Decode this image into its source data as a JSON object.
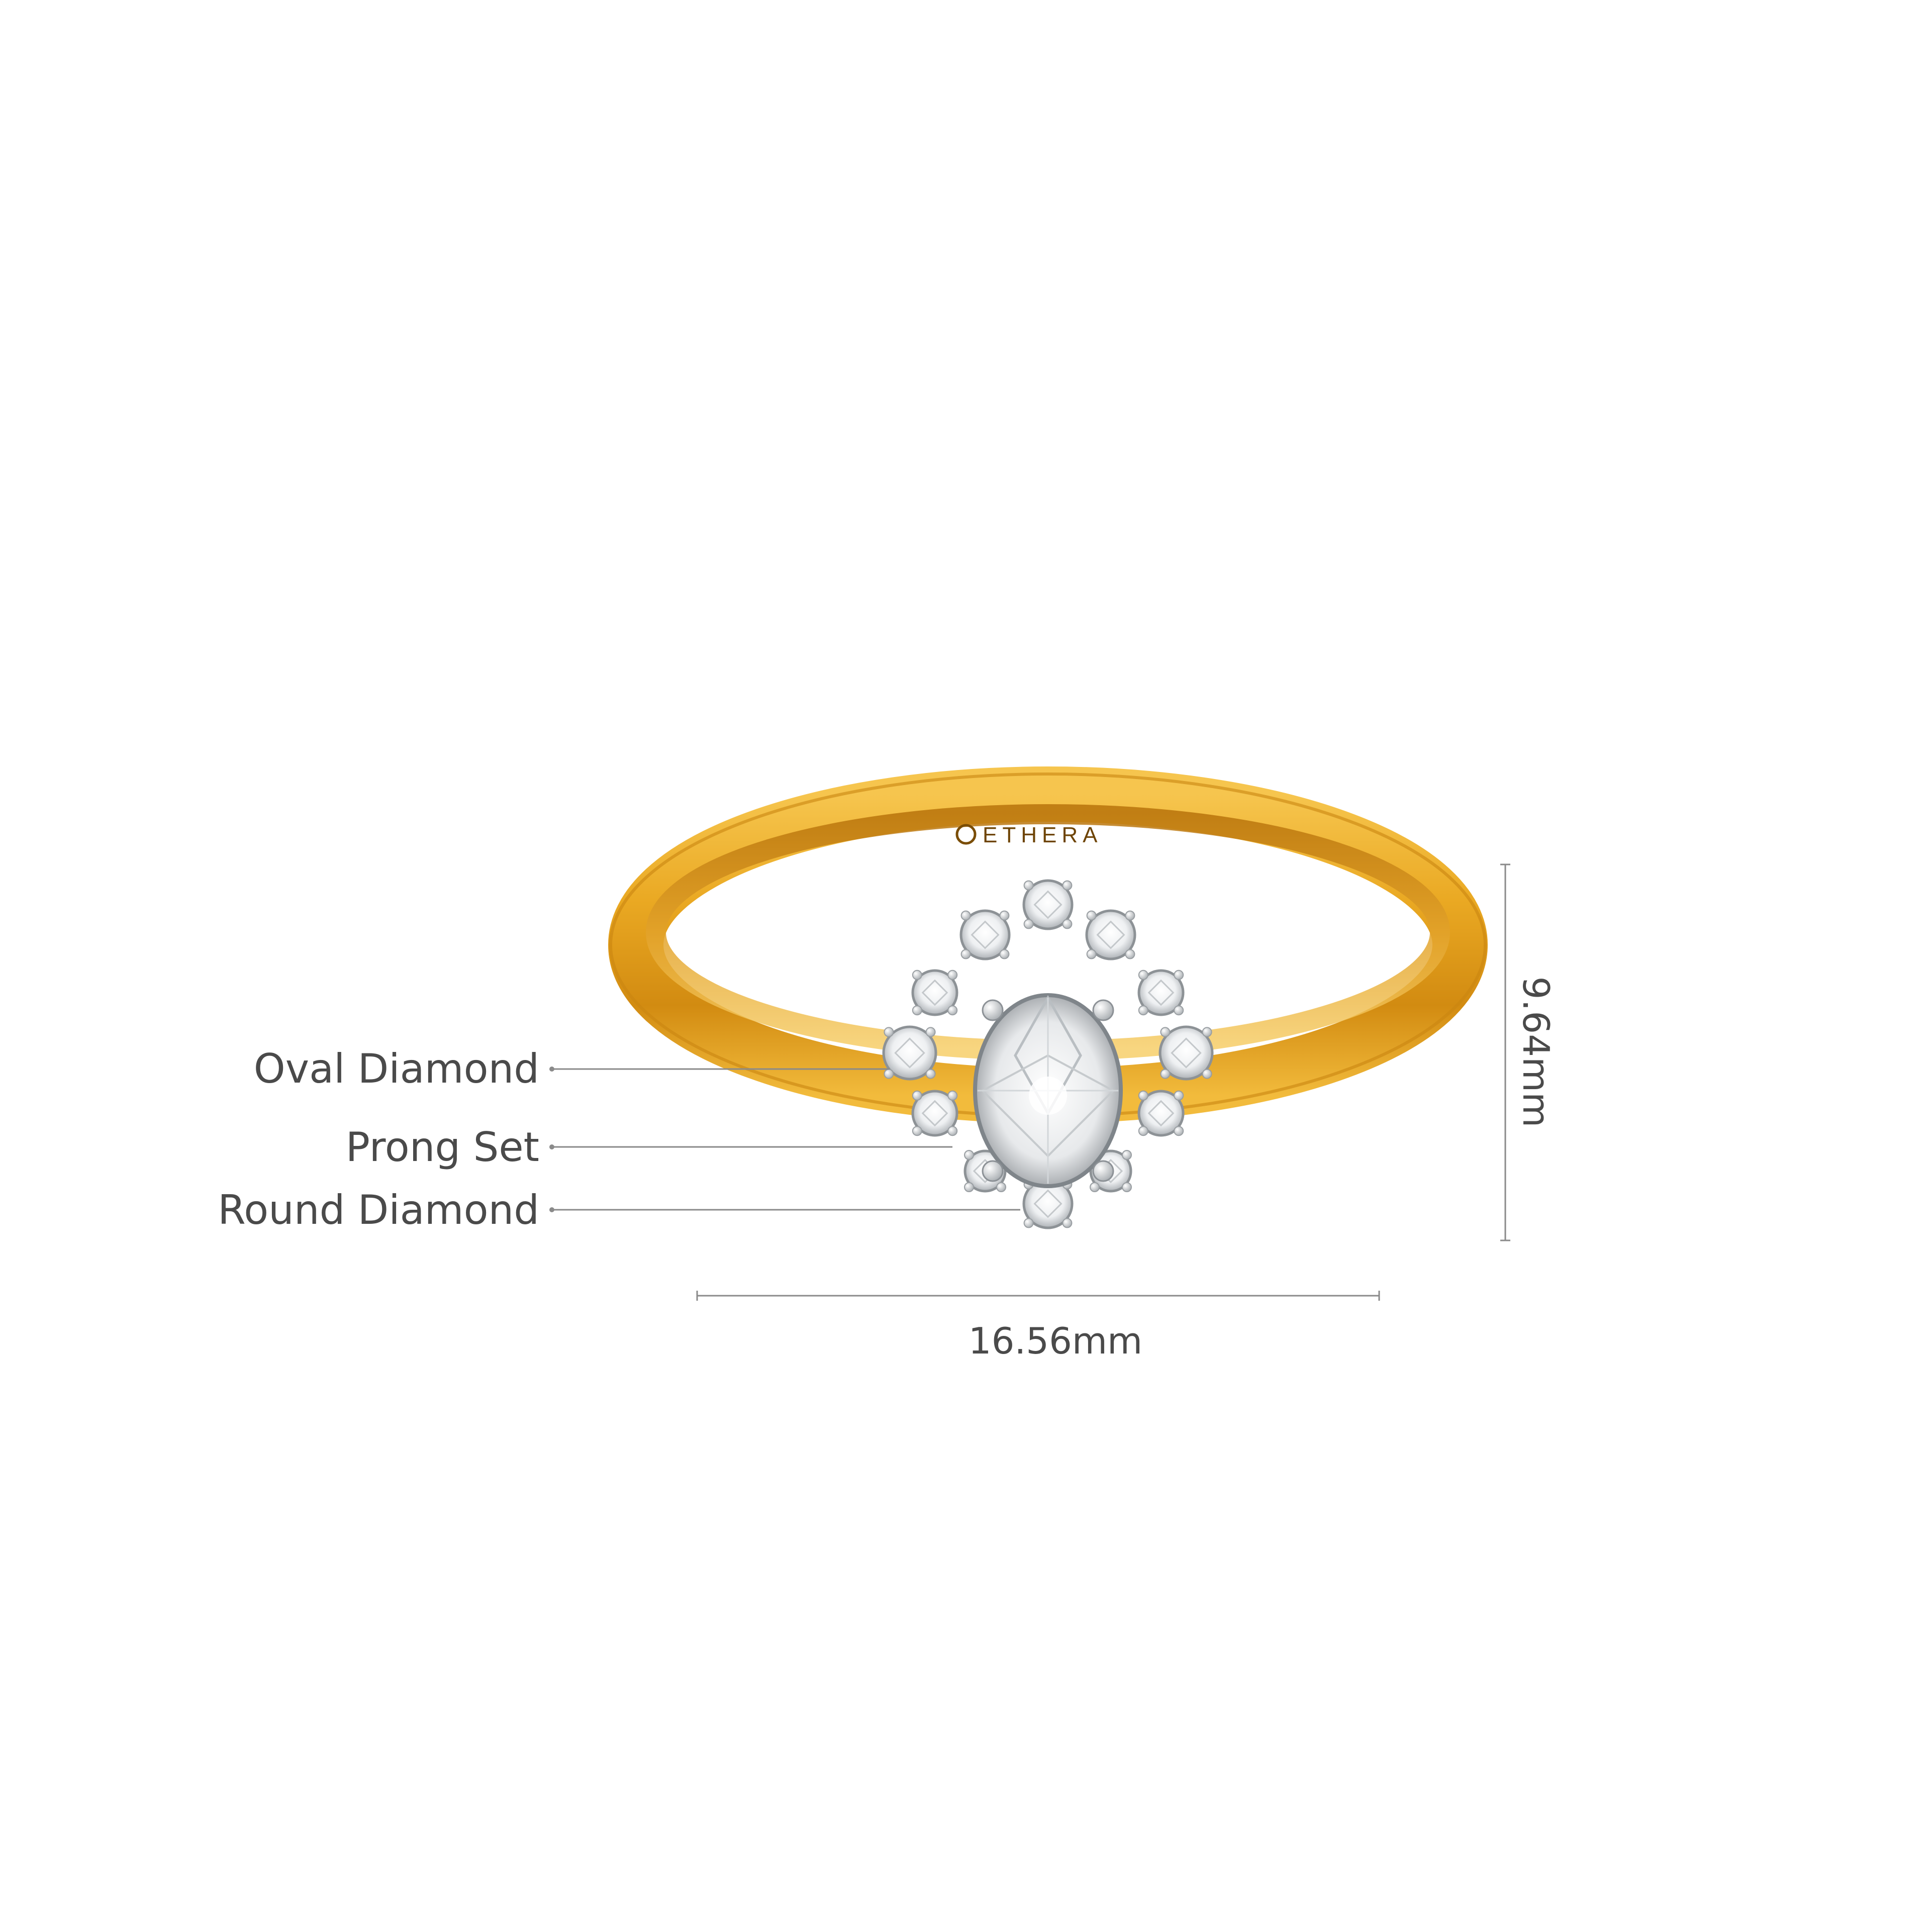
{
  "brand": {
    "engraving": "ETHERA"
  },
  "callouts": {
    "oval_diamond": "Oval Diamond",
    "prong_set": "Prong Set",
    "round_diamond": "Round Diamond"
  },
  "dimensions": {
    "width": "16.56mm",
    "height": "9.64mm"
  },
  "colors": {
    "background": "#ffffff",
    "gold_light": "#f8c95a",
    "gold_mid": "#e4a11e",
    "gold_dark": "#b06f08",
    "platinum": "#d9dde0",
    "diamond": "#f4f6f8",
    "text": "#4a4a4a",
    "line": "#8a8a8a"
  }
}
